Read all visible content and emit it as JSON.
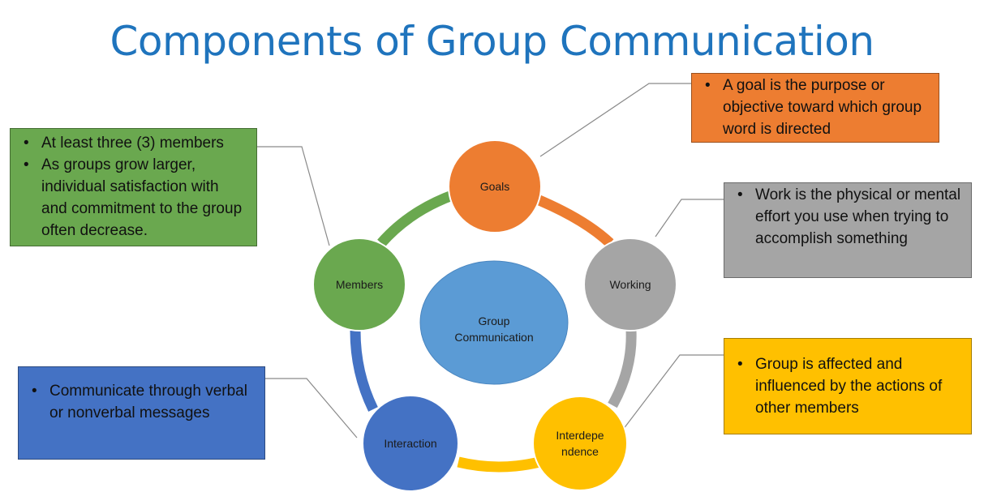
{
  "title": "Components of Group Communication",
  "center": {
    "label_line1": "Group",
    "label_line2": "Communication"
  },
  "nodes": {
    "goals": "Goals",
    "working": "Working",
    "interdependence_line1": "Interdepe",
    "interdependence_line2": "ndence",
    "interaction": "Interaction",
    "members": "Members"
  },
  "boxes": {
    "members": [
      "At least three (3) members",
      "As groups grow larger, individual satisfaction with and commitment to the group often decrease."
    ],
    "goals": [
      "A goal is the purpose or objective toward which group word is directed"
    ],
    "working": [
      "Work is the physical or mental effort you use when trying to accomplish something"
    ],
    "interdependence": [
      "Group is affected and influenced by the actions of other members"
    ],
    "interaction": [
      "Communicate through verbal or nonverbal messages"
    ]
  },
  "colors": {
    "title": "#1f74bd",
    "goals": "#ed7d31",
    "working": "#a5a5a5",
    "interdependence": "#ffc000",
    "interaction": "#4472c4",
    "members": "#6aa84f",
    "center": "#5b9bd5"
  }
}
